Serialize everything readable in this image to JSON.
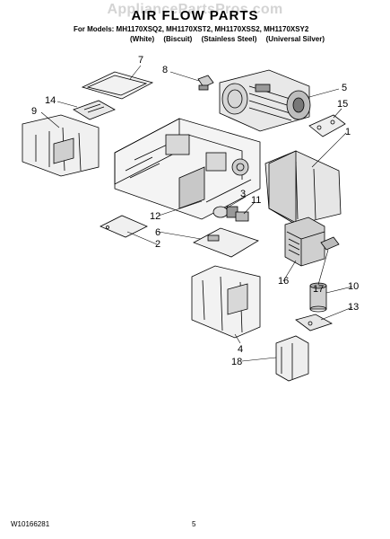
{
  "header": {
    "watermark": "AppliancePartsPros.com",
    "title": "AIR FLOW PARTS",
    "models": "For Models: MH1170XSQ2, MH1170XST2, MH1170XSS2, MH1170XSY2",
    "colors": [
      "(White)",
      "(Biscuit)",
      "(Stainless Steel)",
      "(Universal Silver)"
    ]
  },
  "callouts": [
    "7",
    "8",
    "5",
    "14",
    "15",
    "9",
    "1",
    "3",
    "11",
    "12",
    "6",
    "2",
    "16",
    "17",
    "10",
    "13",
    "4",
    "18"
  ],
  "footer": {
    "doc_number": "W10166281",
    "page_number": "5"
  }
}
